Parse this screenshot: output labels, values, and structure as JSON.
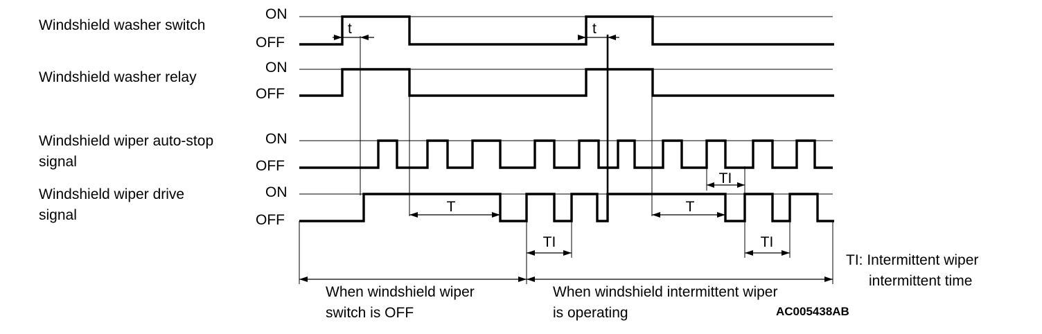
{
  "signals": [
    {
      "id": "washer-switch",
      "lines": [
        "Windshield washer switch"
      ],
      "on": "ON",
      "off": "OFF"
    },
    {
      "id": "washer-relay",
      "lines": [
        "Windshield washer relay"
      ],
      "on": "ON",
      "off": "OFF"
    },
    {
      "id": "auto-stop",
      "lines": [
        "Windshield wiper auto-stop",
        "signal"
      ],
      "on": "ON",
      "off": "OFF"
    },
    {
      "id": "drive",
      "lines": [
        "Windshield wiper drive",
        "signal"
      ],
      "on": "ON",
      "off": "OFF"
    }
  ],
  "annotations": {
    "t": "t",
    "T": "T",
    "TI": "TI"
  },
  "sections": {
    "left": [
      "When windshield wiper",
      "switch is OFF"
    ],
    "right": [
      "When windshield intermittent wiper",
      "is operating"
    ]
  },
  "legend": [
    "TI: Intermittent wiper",
    "intermittent time"
  ],
  "figure_code": "AC005438AB"
}
